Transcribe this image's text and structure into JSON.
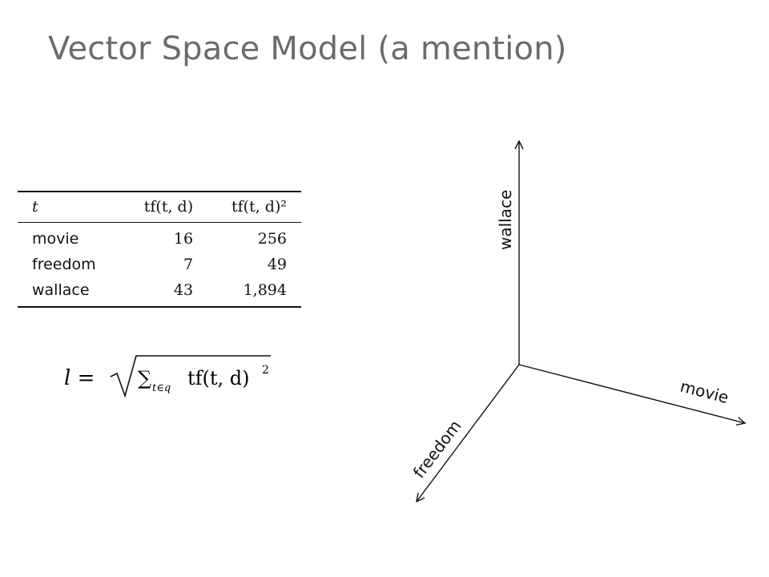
{
  "slide": {
    "title": "Vector Space Model (a mention)"
  },
  "table": {
    "headers": [
      "t",
      "tf(t, d)",
      "tf(t, d)²"
    ],
    "rows": [
      {
        "term": "movie",
        "tf": "16",
        "tf_sq": "256"
      },
      {
        "term": "freedom",
        "tf": "7",
        "tf_sq": "49"
      },
      {
        "term": "wallace",
        "tf": "43",
        "tf_sq": "1,894"
      }
    ]
  },
  "formula": {
    "lhs": "l =",
    "sum_symbol": "∑",
    "subscript": "t∈q",
    "body": "tf(t, d)",
    "exponent": "2"
  },
  "axes": {
    "wallace": "wallace",
    "movie": "movie",
    "freedom": "freedom"
  }
}
